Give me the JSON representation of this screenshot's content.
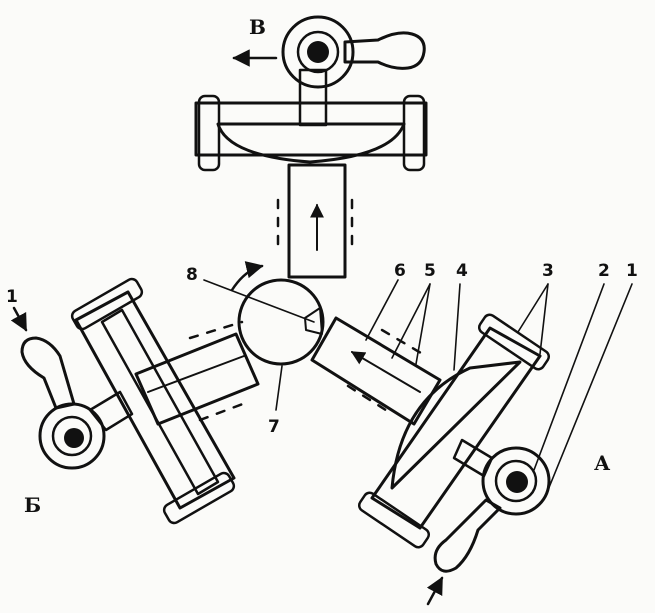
{
  "figure": {
    "ports": [
      {
        "id": "top",
        "text": "В"
      },
      {
        "id": "left",
        "text": "Б"
      },
      {
        "id": "right",
        "text": "А"
      }
    ],
    "callouts": [
      "1",
      "2",
      "3",
      "4",
      "5",
      "6",
      "7",
      "8"
    ],
    "extra_callouts": {
      "left_arrow_one": "1"
    }
  },
  "colors": {
    "ink": "#111111",
    "paper": "#fbfbf9"
  }
}
